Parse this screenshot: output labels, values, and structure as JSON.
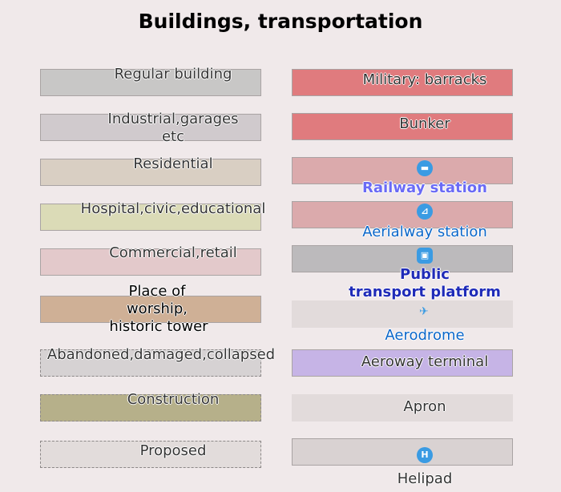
{
  "title": "Buildings, transportation",
  "left": [
    {
      "label": "Regular building",
      "color": "#c8c7c6"
    },
    {
      "label_line1": "Industrial,garages",
      "label_line2": "etc",
      "color": "#d0cacd"
    },
    {
      "label": "Residential",
      "color": "#d9cfc3"
    },
    {
      "label": "Hospital,civic,educational",
      "color": "#dbdbb7"
    },
    {
      "label": "Commercial,retail",
      "color": "#e3c9cb"
    },
    {
      "label_line1": "Place of",
      "label_line2": "worship,",
      "label_line3": "historic tower",
      "color": "#cfb096"
    },
    {
      "label": "Abandoned,damaged,collapsed",
      "color": "#d6d2d3"
    },
    {
      "label": "Construction",
      "color": "#b6b08a"
    },
    {
      "label": "Proposed",
      "color": "#e2dcdb"
    }
  ],
  "right": [
    {
      "label": "Military: barracks",
      "color": "#e07b7e"
    },
    {
      "label": "Bunker",
      "color": "#e07b7e"
    },
    {
      "label": "Railway station",
      "color": "#dbaaac",
      "icon": "train-icon",
      "text_color": "#6a6af5"
    },
    {
      "label": "Aerialway station",
      "color": "#dbaaac",
      "icon": "aerialway-icon",
      "text_color": "#0a66c9"
    },
    {
      "label_line1": "Public",
      "label_line2": "transport platform",
      "color": "#bcbabc",
      "icon": "bus-icon",
      "text_color": "#1f2bb8"
    },
    {
      "label": "Aerodrome",
      "color": "#e2dbdb",
      "icon": "airplane-icon",
      "text_color": "#0a66c9"
    },
    {
      "label": "Aeroway terminal",
      "color": "#c6b4e6"
    },
    {
      "label": "Apron",
      "color": "#e2dbdb"
    },
    {
      "label": "Helipad",
      "color": "#d9d2d2",
      "icon": "helipad-icon",
      "icon_text": "H"
    }
  ]
}
